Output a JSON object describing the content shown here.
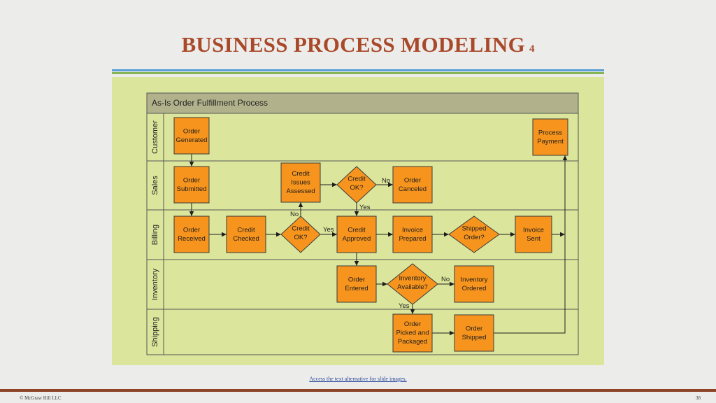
{
  "slide": {
    "title": "BUSINESS PROCESS MODELING",
    "title_number": "4",
    "alt_text_link": "Access the text alternative for slide images.",
    "copyright": "© McGraw Hill LLC",
    "page_number": "38"
  },
  "diagram": {
    "header": "As-Is Order Fulfillment Process",
    "lanes": [
      {
        "id": "customer",
        "label": "Customer"
      },
      {
        "id": "sales",
        "label": "Sales"
      },
      {
        "id": "billing",
        "label": "Billing"
      },
      {
        "id": "inventory",
        "label": "Inventory"
      },
      {
        "id": "shipping",
        "label": "Shipping"
      }
    ],
    "nodes": [
      {
        "id": "order-generated",
        "shape": "rect",
        "lines": [
          "Order",
          "Generated"
        ]
      },
      {
        "id": "process-payment",
        "shape": "rect",
        "lines": [
          "Process",
          "Payment"
        ]
      },
      {
        "id": "order-submitted",
        "shape": "rect",
        "lines": [
          "Order",
          "Submitted"
        ]
      },
      {
        "id": "credit-issues-assessed",
        "shape": "rect",
        "lines": [
          "Credit",
          "Issues",
          "Assessed"
        ]
      },
      {
        "id": "credit-ok-sales",
        "shape": "diamond",
        "lines": [
          "Credit",
          "OK?"
        ]
      },
      {
        "id": "order-canceled",
        "shape": "rect",
        "lines": [
          "Order",
          "Canceled"
        ]
      },
      {
        "id": "order-received",
        "shape": "rect",
        "lines": [
          "Order",
          "Received"
        ]
      },
      {
        "id": "credit-checked",
        "shape": "rect",
        "lines": [
          "Credit",
          "Checked"
        ]
      },
      {
        "id": "credit-ok-billing",
        "shape": "diamond",
        "lines": [
          "Credit",
          "OK?"
        ]
      },
      {
        "id": "credit-approved",
        "shape": "rect",
        "lines": [
          "Credit",
          "Approved"
        ]
      },
      {
        "id": "invoice-prepared",
        "shape": "rect",
        "lines": [
          "Invoice",
          "Prepared"
        ]
      },
      {
        "id": "shipped-order",
        "shape": "diamond",
        "lines": [
          "Shipped",
          "Order?"
        ]
      },
      {
        "id": "invoice-sent",
        "shape": "rect",
        "lines": [
          "Invoice",
          "Sent"
        ]
      },
      {
        "id": "order-entered",
        "shape": "rect",
        "lines": [
          "Order",
          "Entered"
        ]
      },
      {
        "id": "inventory-available",
        "shape": "diamond",
        "lines": [
          "Inventory",
          "Available?"
        ]
      },
      {
        "id": "inventory-ordered",
        "shape": "rect",
        "lines": [
          "Inventory",
          "Ordered"
        ]
      },
      {
        "id": "order-picked-packaged",
        "shape": "rect",
        "lines": [
          "Order",
          "Picked and",
          "Packaged"
        ]
      },
      {
        "id": "order-shipped",
        "shape": "rect",
        "lines": [
          "Order",
          "Shipped"
        ]
      }
    ],
    "edge_labels": {
      "sales_no": "No",
      "sales_yes": "Yes",
      "billing_no": "No",
      "billing_yes": "Yes",
      "inventory_no": "No",
      "inventory_yes": "Yes"
    },
    "colors": {
      "node_fill": "#f7941d",
      "node_stroke": "#3a3a3a",
      "header_fill": "#b1b28b",
      "lane_fill": "#dbe69c",
      "background": "#dbe69c"
    }
  }
}
